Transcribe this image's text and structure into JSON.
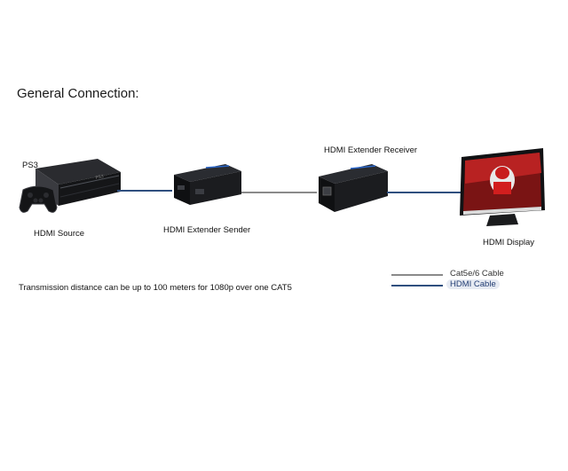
{
  "title": "General Connection:",
  "devices": {
    "ps3_name": "PS3",
    "source_label": "HDMI Source",
    "sender_label": "HDMI Extender Sender",
    "receiver_label": "HDMI Extender Receiver",
    "display_label": "HDMI Display"
  },
  "note": "Transmission distance can be up to 100 meters for 1080p over one CAT5",
  "legend": {
    "cat_label": "Cat5e/6 Cable",
    "hdmi_label": "HDMI Cable"
  },
  "colors": {
    "hdmi_cable": "#2f4f7f",
    "cat_cable": "#8a8a8a",
    "device_body": "#1e1f22",
    "accent_blue": "#2a66c9"
  },
  "icons": [
    "ps3-console-icon",
    "gamepad-icon",
    "extender-sender-icon",
    "extender-receiver-icon",
    "tv-display-icon"
  ]
}
